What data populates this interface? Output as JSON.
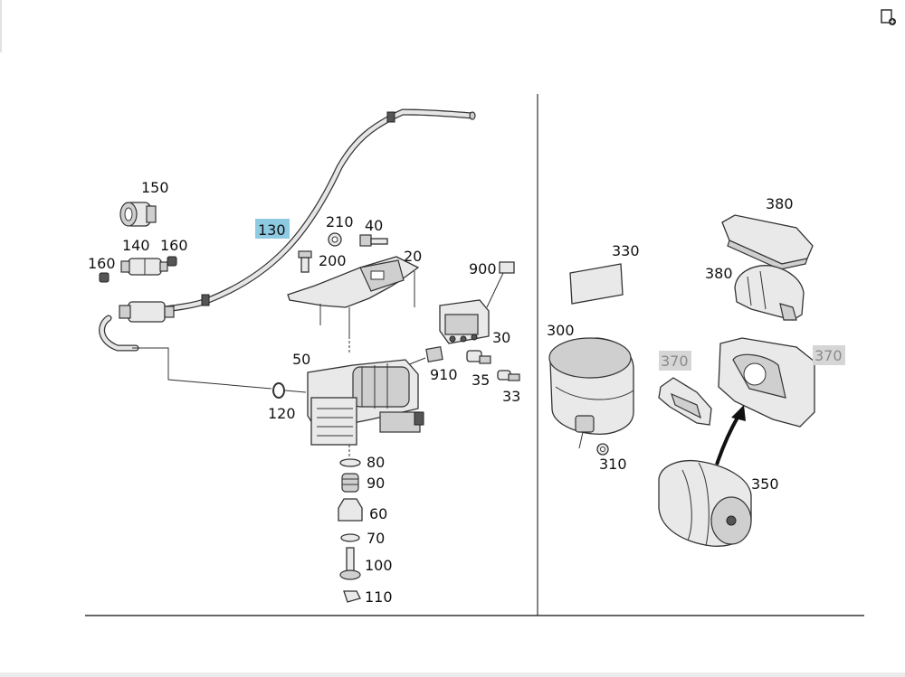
{
  "toolbar": {
    "corner_icon": "add-page-icon"
  },
  "callouts": {
    "c150": "150",
    "c130": "130",
    "c210": "210",
    "c40": "40",
    "c140": "140",
    "c160a": "160",
    "c160b": "160",
    "c200": "200",
    "c20": "20",
    "c900": "900",
    "c30": "30",
    "c50": "50",
    "c910": "910",
    "c35": "35",
    "c33": "33",
    "c120": "120",
    "c80": "80",
    "c90": "90",
    "c60": "60",
    "c70": "70",
    "c100": "100",
    "c110": "110",
    "c330": "330",
    "c380a": "380",
    "c380b": "380",
    "c300": "300",
    "c370a": "370",
    "c370b": "370",
    "c310": "310",
    "c350": "350"
  },
  "colors": {
    "highlight_selected": "#8ecbe3",
    "highlight_muted": "#d6d6d6",
    "line": "#333333"
  }
}
